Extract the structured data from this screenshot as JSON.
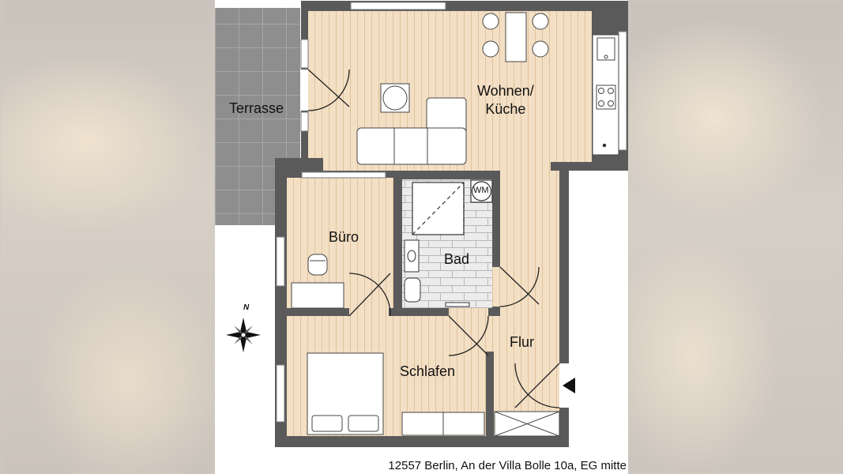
{
  "rooms": {
    "terrasse": "Terrasse",
    "wohnen_line1": "Wohnen/",
    "wohnen_line2": "Küche",
    "buero": "Büro",
    "bad": "Bad",
    "flur": "Flur",
    "schlafen": "Schlafen"
  },
  "fixtures": {
    "washing_machine": "WM"
  },
  "compass": {
    "north": "N"
  },
  "caption": "12557 Berlin, An der Villa Bolle 10a, EG mitte",
  "colors": {
    "floor": "#f3dfc4",
    "floor_lines": "#e2c6a2",
    "wall": "#5a5a5a",
    "terrace": "#8e8e8e",
    "tiles": "#ececec"
  }
}
